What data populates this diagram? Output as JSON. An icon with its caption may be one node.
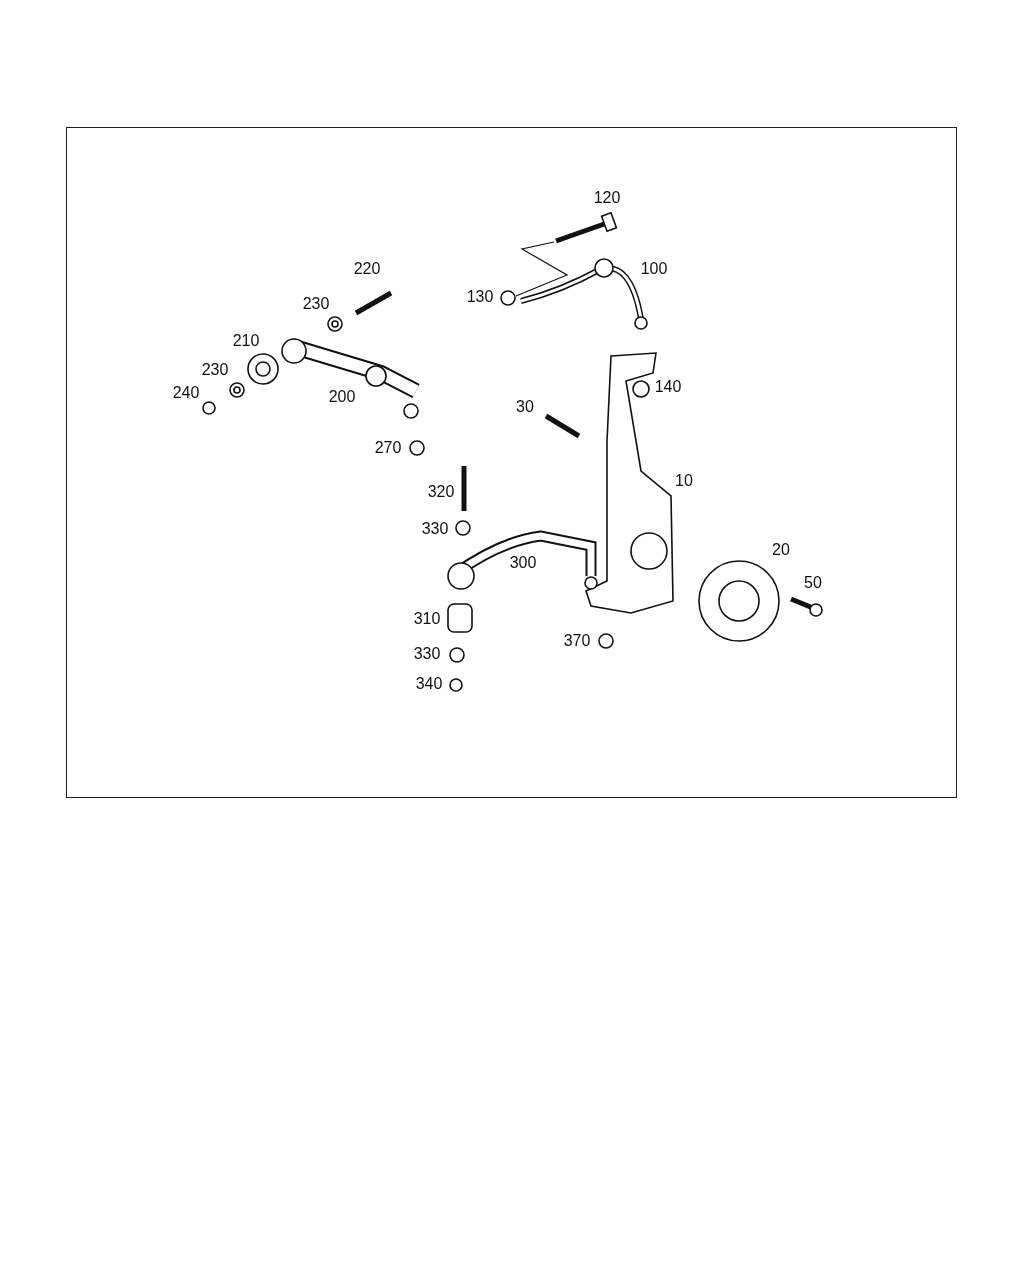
{
  "diagram": {
    "labels": [
      "120",
      "220",
      "100",
      "230",
      "130",
      "210",
      "230",
      "140",
      "240",
      "200",
      "30",
      "270",
      "10",
      "320",
      "330",
      "20",
      "300",
      "50",
      "310",
      "370",
      "330",
      "340"
    ]
  }
}
